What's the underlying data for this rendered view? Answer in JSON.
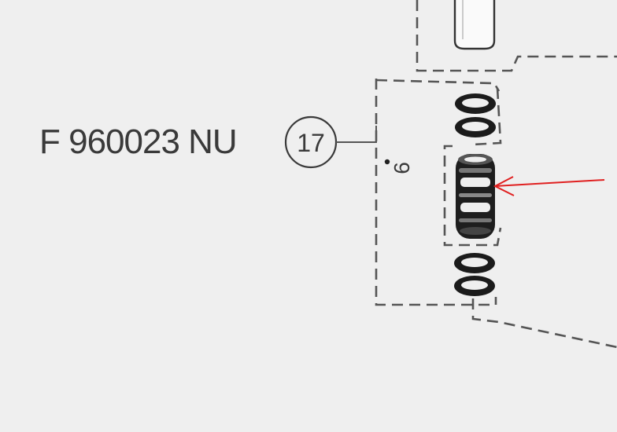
{
  "diagram": {
    "part_number": "F 960023 NU",
    "callout_number": "17",
    "quantity_label": "6",
    "colors": {
      "line": "#555555",
      "text": "#3a3a3a",
      "parts": "#1b1b1b",
      "indicator_arrow": "#e02020",
      "background": "#efefef"
    }
  }
}
